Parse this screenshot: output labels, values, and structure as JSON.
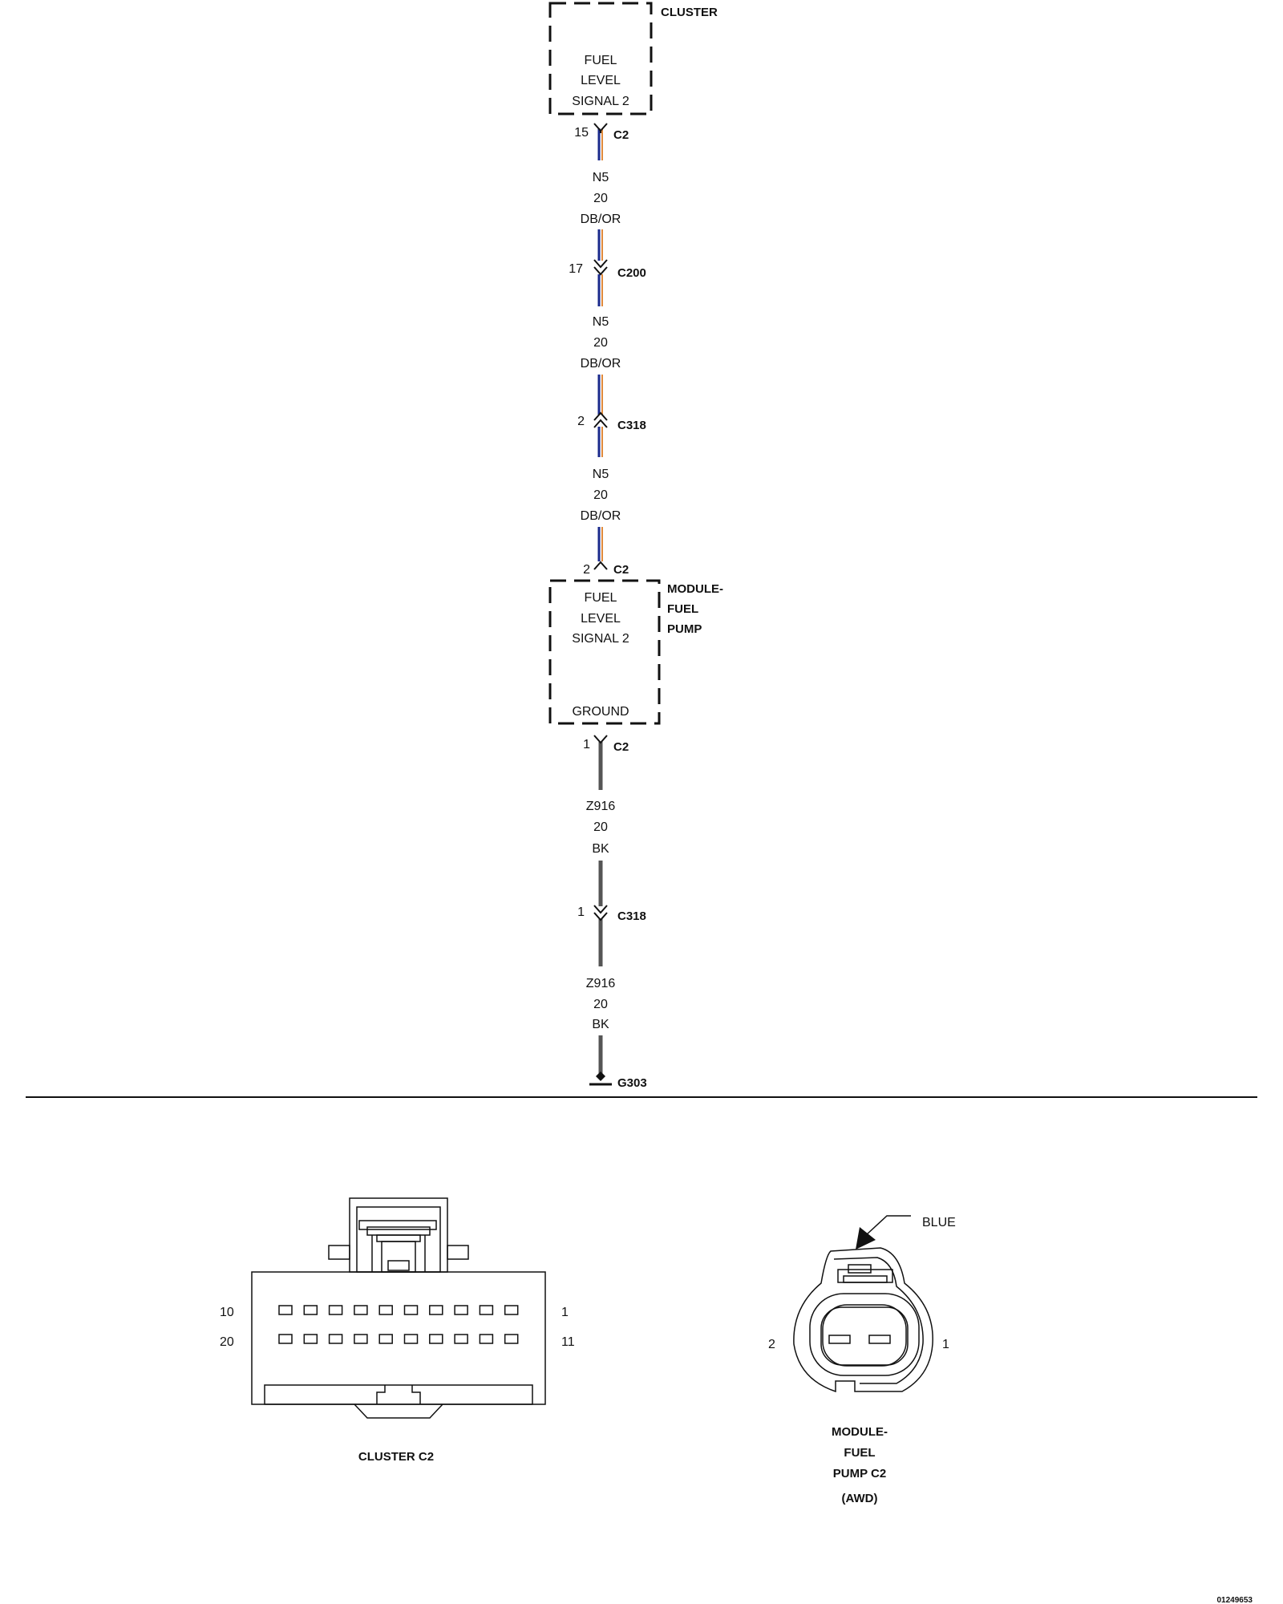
{
  "colors": {
    "db": "#1a2a8c",
    "or": "#e08a3c",
    "bk": "#555555",
    "line": "#111111"
  },
  "cluster": {
    "name": "CLUSTER",
    "lines": [
      "FUEL",
      "LEVEL",
      "SIGNAL 2"
    ]
  },
  "wires_top": {
    "seg1": {
      "id": "N5",
      "gauge": "20",
      "color": "DB/OR"
    },
    "seg2": {
      "id": "N5",
      "gauge": "20",
      "color": "DB/OR"
    },
    "seg3": {
      "id": "N5",
      "gauge": "20",
      "color": "DB/OR"
    }
  },
  "connectors": {
    "c2_cluster": {
      "pin": "15",
      "name": "C2"
    },
    "c200": {
      "pin": "17",
      "name": "C200"
    },
    "c318_a": {
      "pin": "2",
      "name": "C318"
    },
    "c2_pump_top": {
      "pin": "2",
      "name": "C2"
    },
    "c2_pump_bottom": {
      "pin": "1",
      "name": "C2"
    },
    "c318_b": {
      "pin": "1",
      "name": "C318"
    }
  },
  "pump_module": {
    "name_lines": [
      "MODULE-",
      "FUEL",
      "PUMP"
    ],
    "lines": [
      "FUEL",
      "LEVEL",
      "SIGNAL 2"
    ],
    "ground": "GROUND"
  },
  "wires_bottom": {
    "seg1": {
      "id": "Z916",
      "gauge": "20",
      "color": "BK"
    },
    "seg2": {
      "id": "Z916",
      "gauge": "20",
      "color": "BK"
    }
  },
  "ground": {
    "name": "G303"
  },
  "cluster_c2_view": {
    "caption": "CLUSTER C2",
    "pin_top_left": "10",
    "pin_top_right": "1",
    "pin_bottom_left": "20",
    "pin_bottom_right": "11"
  },
  "pump_c2_view": {
    "color_callout": "BLUE",
    "pin_left": "2",
    "pin_right": "1",
    "caption_lines": [
      "MODULE-",
      "FUEL",
      "PUMP C2"
    ],
    "variant": "(AWD)"
  },
  "drawing_number": "01249653"
}
